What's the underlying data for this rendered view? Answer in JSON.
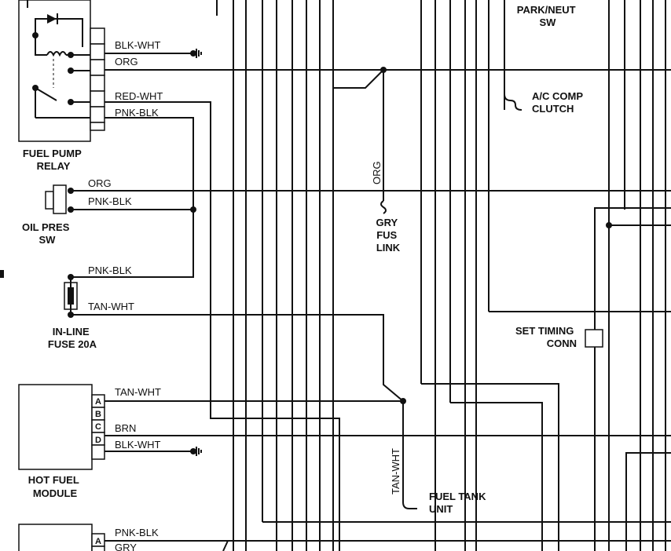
{
  "components": {
    "fuel_pump_relay": "FUEL PUMP\nRELAY",
    "oil_pres_sw": "OIL PRES\nSW",
    "inline_fuse": "IN-LINE\nFUSE 20A",
    "hot_fuel_module": "HOT FUEL\nMODULE",
    "park_neut_sw": "PARK/NEUT\nSW",
    "ac_comp_clutch": "A/C COMP\nCLUTCH",
    "gry_fus_link": "GRY\nFUS\nLINK",
    "set_timing_conn": "SET TIMING\nCONN",
    "fuel_tank_unit": "FUEL TANK\nUNIT"
  },
  "wires": {
    "relay_1": "BLK-WHT",
    "relay_2": "ORG",
    "relay_3": "RED-WHT",
    "relay_4": "PNK-BLK",
    "oil_1": "ORG",
    "oil_2": "PNK-BLK",
    "fuse_1": "PNK-BLK",
    "fuse_2": "TAN-WHT",
    "mod_a": "TAN-WHT",
    "mod_c": "BRN",
    "mod_d": "BLK-WHT",
    "vertical_org": "ORG",
    "vertical_tan": "TAN-WHT",
    "bottom_a": "PNK-BLK",
    "bottom_b": "GRY"
  },
  "pins": {
    "a": "A",
    "b": "B",
    "c": "C",
    "d": "D",
    "a2": "A"
  }
}
